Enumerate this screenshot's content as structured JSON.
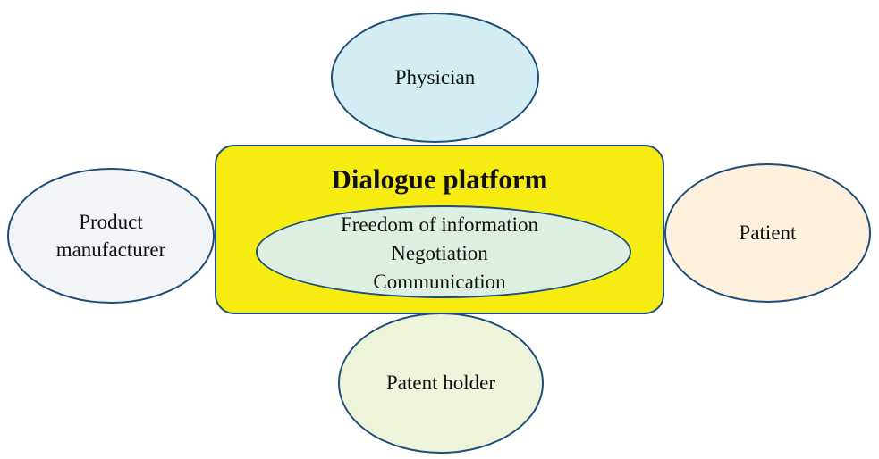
{
  "nodes": {
    "physician": "Physician",
    "patient": "Patient",
    "product_manufacturer": [
      "Product",
      "manufacturer"
    ],
    "patent_holder": "Patent holder"
  },
  "platform": {
    "title": "Dialogue platform",
    "items": [
      "Freedom of information",
      "Negotiation",
      "Communication"
    ]
  },
  "colors": {
    "outline": "#1f4e79",
    "platform_fill": "#f7ec12",
    "inner_fill": "#dcefe1",
    "physician_fill": "#d3edf3",
    "patient_fill": "#fdf0dc",
    "product_fill": "#f3f4f7",
    "patent_fill": "#eef4da"
  }
}
